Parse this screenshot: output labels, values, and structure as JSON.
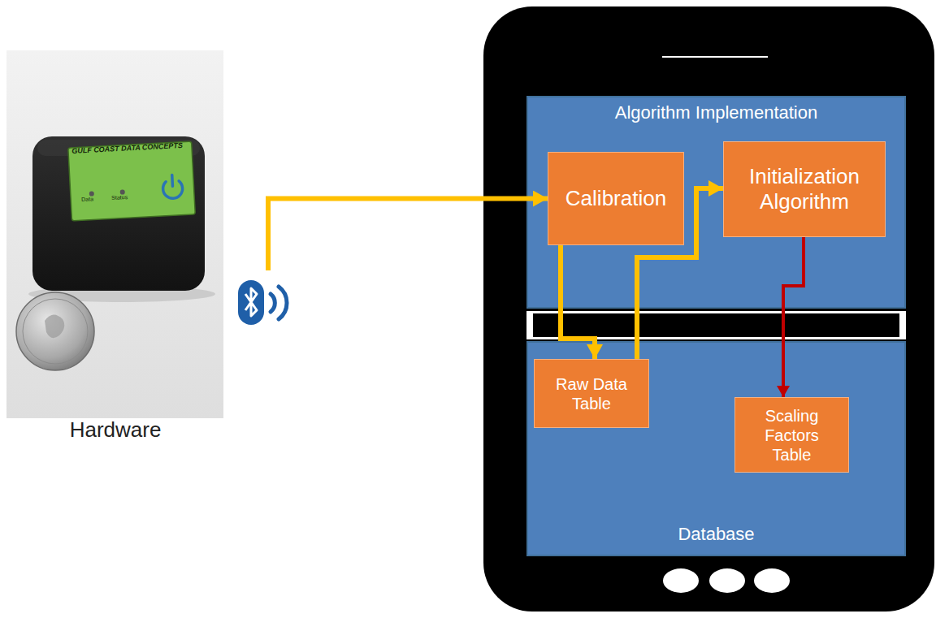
{
  "diagram": {
    "nodes": [
      {
        "text": [
          "Hardware"
        ]
      },
      {
        "text": [
          "Algorithm Implementation"
        ]
      },
      {
        "text": [
          "Calibration"
        ],
        "in": 1
      },
      {
        "text": [
          "Initialization Algorithm"
        ],
        "in": 1
      },
      {
        "text": [
          "Database"
        ]
      },
      {
        "text": [
          "Raw Data Table"
        ],
        "in": 4
      },
      {
        "text": [
          "Scaling Factors Table"
        ],
        "in": 4
      }
    ],
    "edges": [
      {
        "from": 0,
        "to": 2,
        "arrow": "to"
      },
      {
        "from": 2,
        "to": 5,
        "arrow": "to"
      },
      {
        "from": 5,
        "to": 3,
        "arrow": "to"
      },
      {
        "from": 3,
        "to": 6,
        "arrow": "to"
      }
    ],
    "labels": [
      "GULF COAST DATA CONCEPTS",
      "Data",
      "Status"
    ]
  }
}
